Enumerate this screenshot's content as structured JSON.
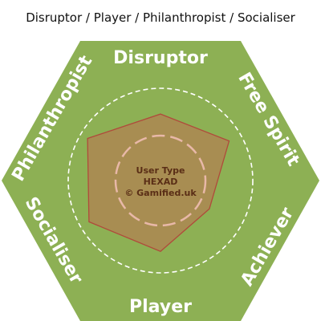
{
  "title": "Disruptor / Player / Philanthropist / Socialiser",
  "colors": {
    "hexagon_fill": "#8db054",
    "profile_fill": "#a88d52",
    "profile_stroke": "#b04a3b",
    "guide_circle": "#ffffff",
    "inner_circle": "#e8b8a8",
    "center_text": "#5a2e16"
  },
  "diagram": {
    "type": "radar-hexagon",
    "axes": [
      "Disruptor",
      "Free Spirit",
      "Achiever",
      "Player",
      "Socialiser",
      "Philanthropist"
    ],
    "profile": [
      {
        "axis": "Disruptor",
        "value": 0.79
      },
      {
        "axis": "Free Spirit",
        "value": 0.94
      },
      {
        "axis": "Achiever",
        "value": 0.67
      },
      {
        "axis": "Player",
        "value": 0.84
      },
      {
        "axis": "Socialiser",
        "value": 0.98
      },
      {
        "axis": "Philanthropist",
        "value": 1.0
      }
    ],
    "center_lines": [
      "User Type",
      "HEXAD",
      "© Gamified.uk"
    ]
  }
}
